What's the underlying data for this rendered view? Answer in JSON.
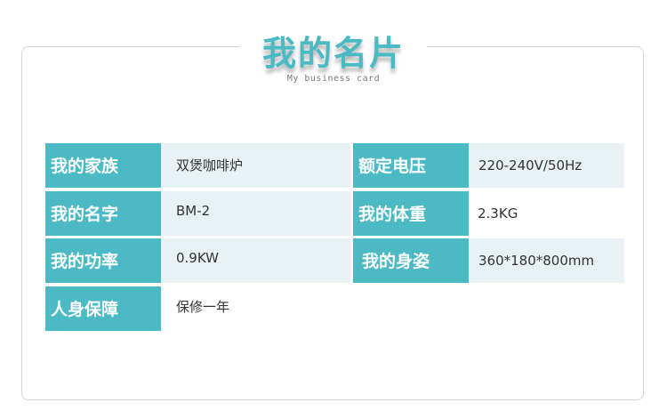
{
  "header": {
    "title": "我的名片",
    "subtitle": "My business card"
  },
  "colors": {
    "accent": "#4cbac5",
    "row_background": "#e8f1f3",
    "text": "#333333"
  },
  "specs": {
    "family_label": "我的家族",
    "family_value": "双煲咖啡炉",
    "voltage_label": "额定电压",
    "voltage_value": "220-240V/50Hz",
    "name_label": "我的名字",
    "name_value": "BM-2",
    "weight_label": "我的体重",
    "weight_value": "2.3KG",
    "power_label": "我的功率",
    "power_value": "0.9KW",
    "size_label": "我的身姿",
    "size_value": "360*180*800mm",
    "warranty_label": "人身保障",
    "warranty_value": "保修一年"
  }
}
